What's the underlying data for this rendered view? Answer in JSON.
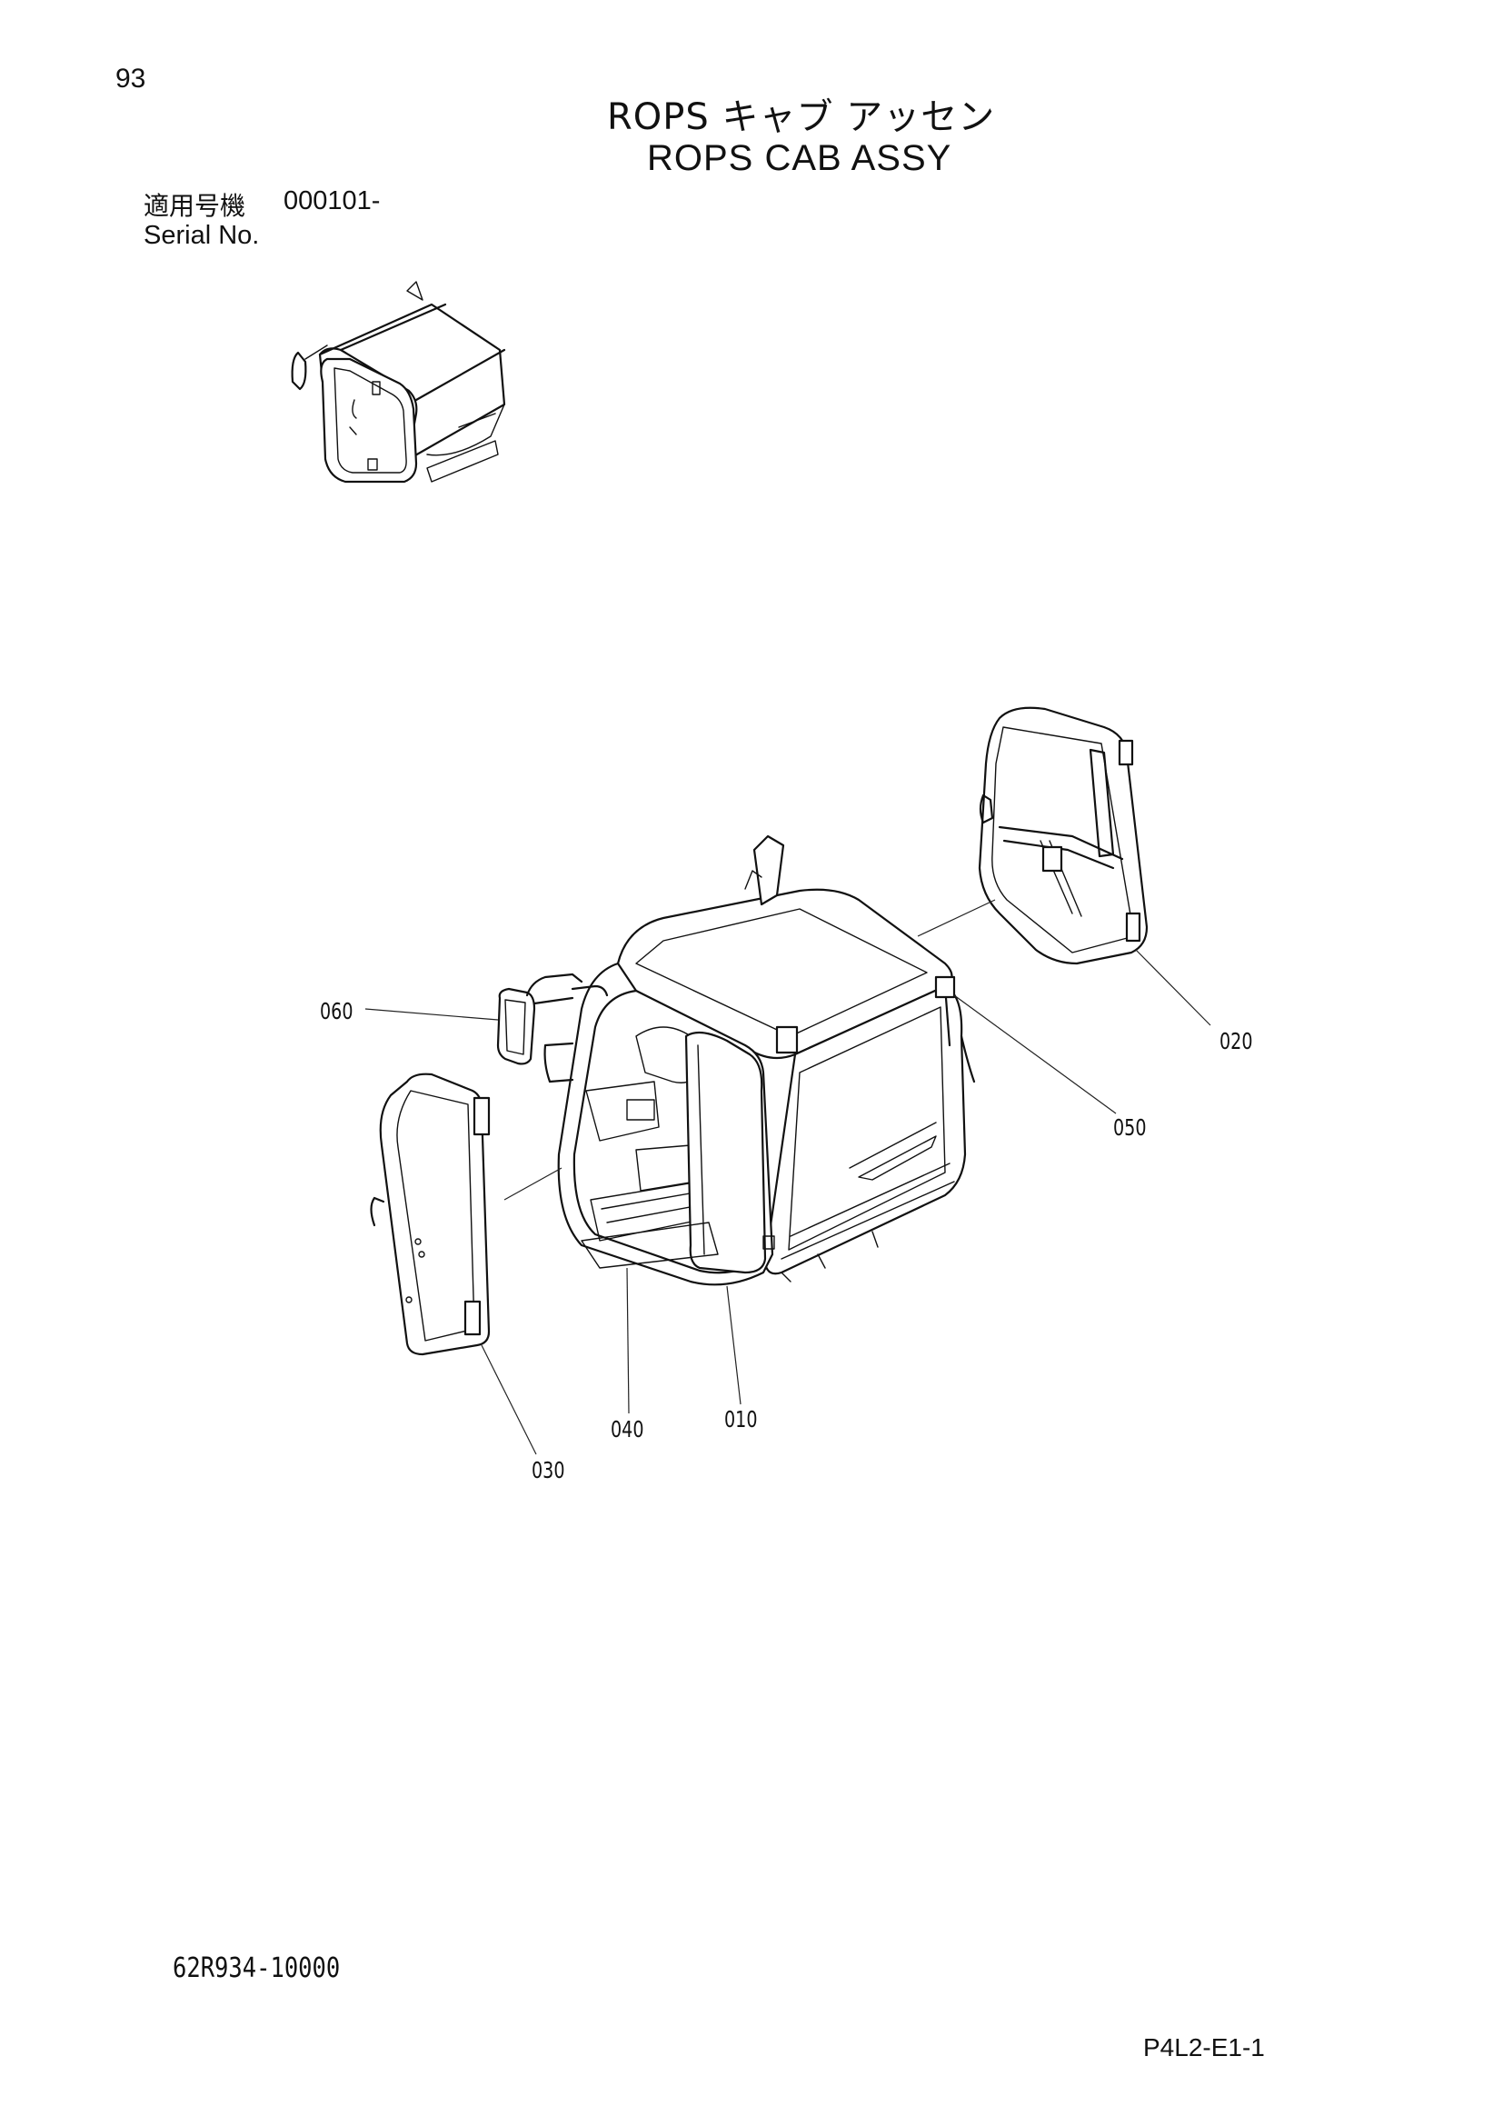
{
  "page": {
    "number": "93",
    "title_jp": "ROPS キャブ アッセン",
    "title_en": "ROPS CAB ASSY",
    "serial_label_jp": "適用号機",
    "serial_value": "000101-",
    "serial_label_en": "Serial No.",
    "drawing_number": "62R934-10000",
    "page_code": "P4L2-E1-1"
  },
  "callouts": [
    {
      "id": "060",
      "label": "060"
    },
    {
      "id": "020",
      "label": "020"
    },
    {
      "id": "050",
      "label": "050"
    },
    {
      "id": "040",
      "label": "040"
    },
    {
      "id": "010",
      "label": "010"
    },
    {
      "id": "030",
      "label": "030"
    }
  ]
}
